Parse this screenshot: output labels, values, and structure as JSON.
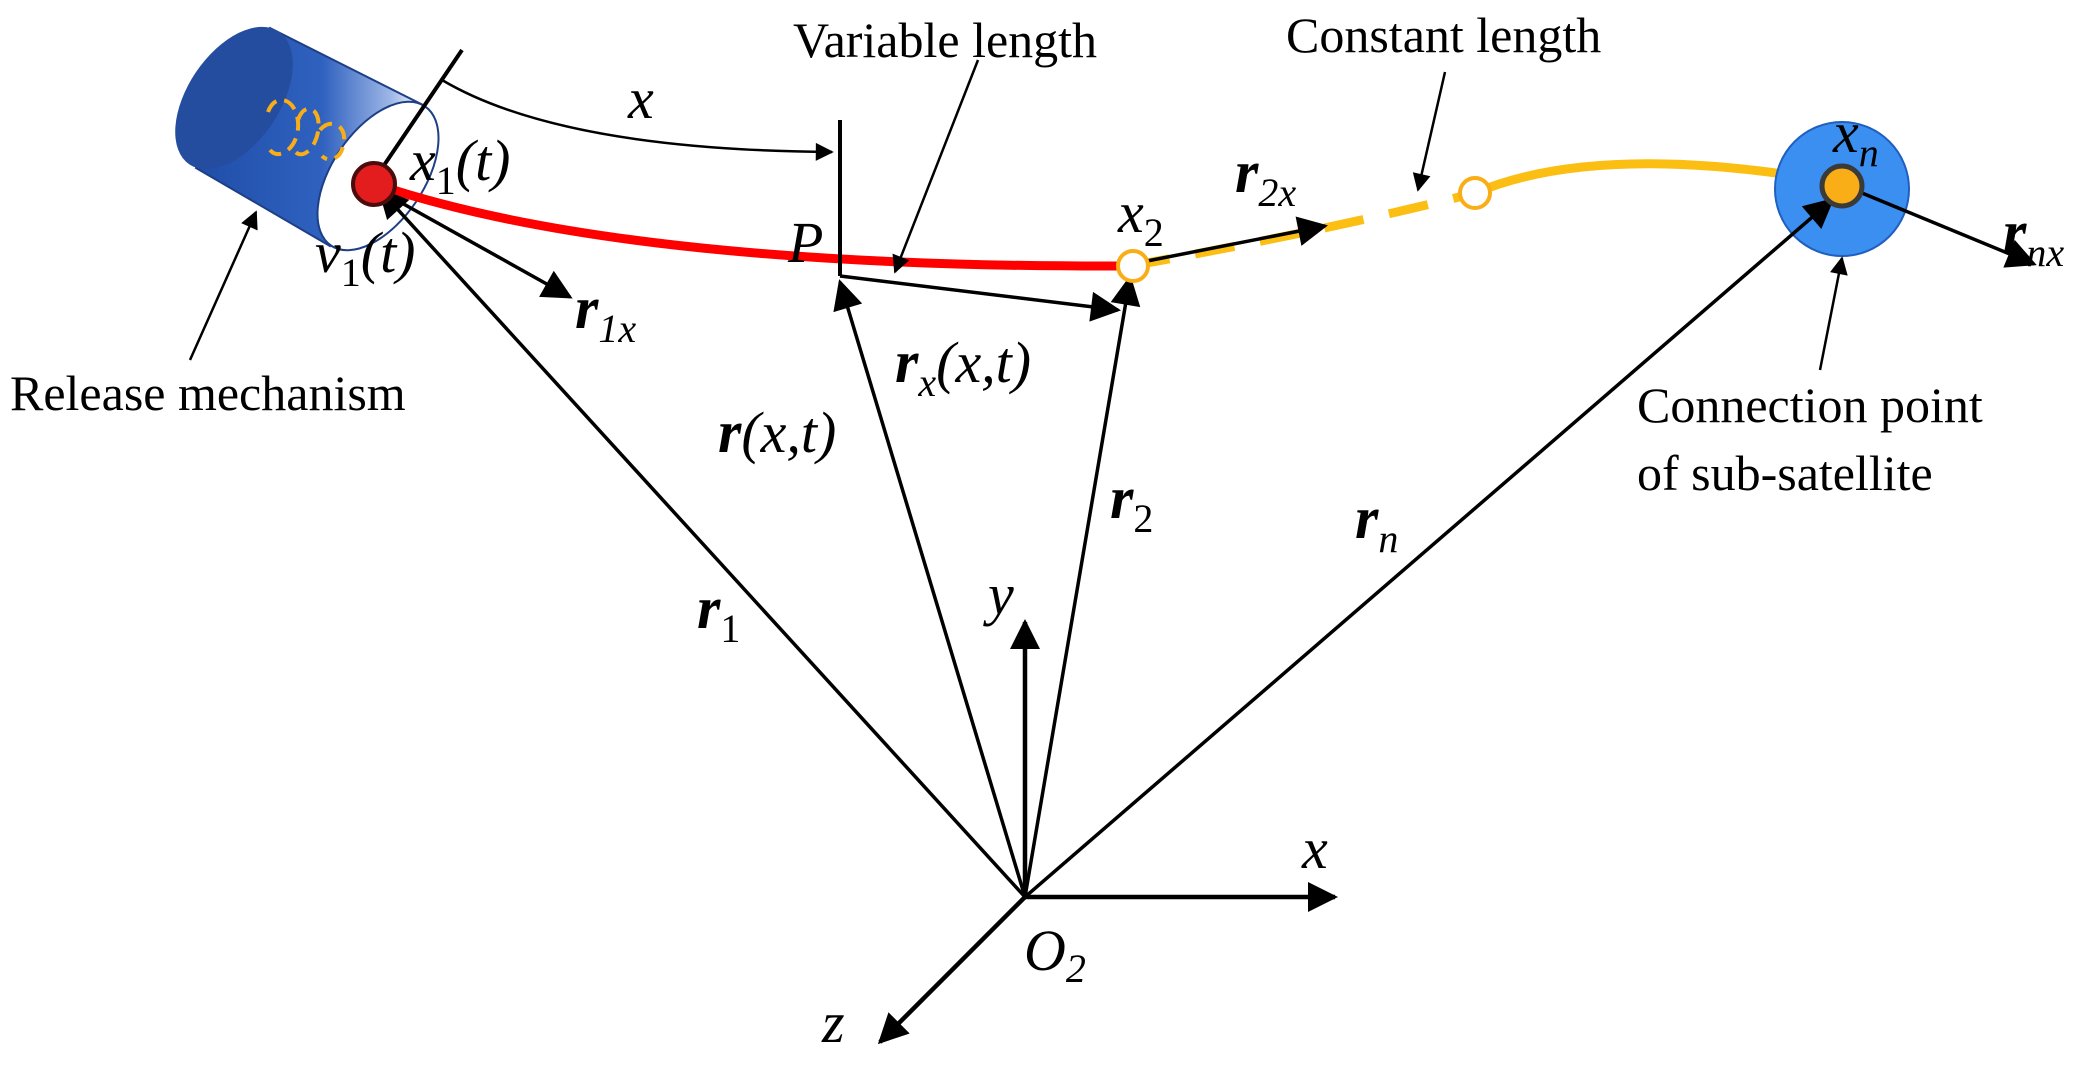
{
  "labels": {
    "variable_length": "Variable length",
    "constant_length": "Constant length",
    "release_mechanism": "Release mechanism",
    "connection_point_line1": "Connection point",
    "connection_point_line2": "of sub-satellite",
    "x_arc": "x",
    "point_P": "P",
    "x1t_base": "x",
    "x1t_sub": "1",
    "x1t_arg": "(t)",
    "v1t_base": "v",
    "v1t_sub": "1",
    "v1t_arg": "(t)",
    "x2_base": "x",
    "x2_sub": "2",
    "xn_base": "x",
    "xn_sub": "n"
  },
  "vectors": {
    "r1x_base": "r",
    "r1x_sub": "1x",
    "rx_base": "r",
    "rx_sub": "x",
    "rx_arg": "(x,t)",
    "rxt_base": "r",
    "rxt_arg": "(x,t)",
    "r2x_base": "r",
    "r2x_sub": "2x",
    "r2_base": "r",
    "r2_sub": "2",
    "r1_base": "r",
    "r1_sub": "1",
    "rn_base": "r",
    "rn_sub": "n",
    "rnx_base": "r",
    "rnx_sub": "nx"
  },
  "axes": {
    "x": "x",
    "y": "y",
    "z": "z",
    "origin_base": "O",
    "origin_sub": "2"
  },
  "colors": {
    "variable_tether": "#ff0000",
    "constant_tether": "#fbbf13",
    "release_mechanism_body": "#2a56b0",
    "sub_satellite": "#3b8ff0",
    "node_red": "#e31d1d",
    "node_orange": "#f9ad16"
  }
}
